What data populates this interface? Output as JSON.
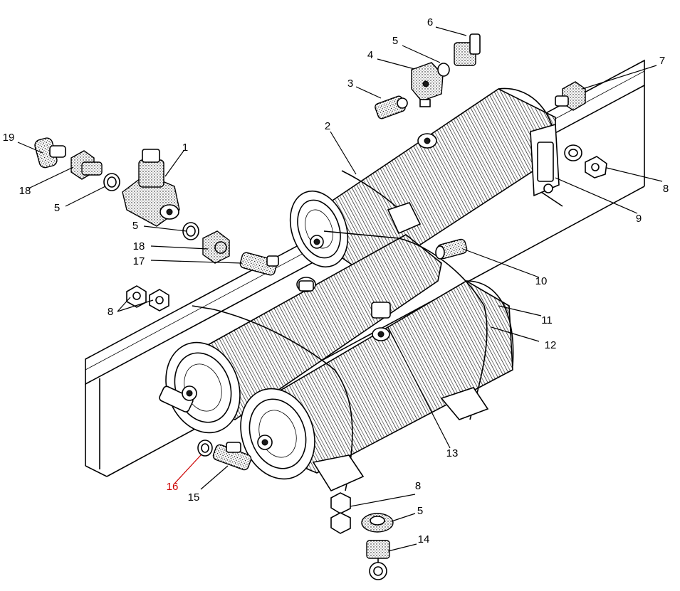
{
  "diagram": {
    "callouts": [
      {
        "id": "c1",
        "label": "1"
      },
      {
        "id": "c2",
        "label": "2"
      },
      {
        "id": "c3",
        "label": "3"
      },
      {
        "id": "c4",
        "label": "4"
      },
      {
        "id": "c5a",
        "label": "5"
      },
      {
        "id": "c5b",
        "label": "5"
      },
      {
        "id": "c5c",
        "label": "5"
      },
      {
        "id": "c5d",
        "label": "5"
      },
      {
        "id": "c6",
        "label": "6"
      },
      {
        "id": "c7",
        "label": "7"
      },
      {
        "id": "c8a",
        "label": "8"
      },
      {
        "id": "c8b",
        "label": "8"
      },
      {
        "id": "c8c",
        "label": "8"
      },
      {
        "id": "c9",
        "label": "9"
      },
      {
        "id": "c10",
        "label": "10"
      },
      {
        "id": "c11",
        "label": "11"
      },
      {
        "id": "c12",
        "label": "12"
      },
      {
        "id": "c13",
        "label": "13"
      },
      {
        "id": "c14",
        "label": "14"
      },
      {
        "id": "c15",
        "label": "15"
      },
      {
        "id": "c16",
        "label": "16",
        "color": "#cc0000"
      },
      {
        "id": "c17",
        "label": "17"
      },
      {
        "id": "c18a",
        "label": "18"
      },
      {
        "id": "c18b",
        "label": "18"
      },
      {
        "id": "c19",
        "label": "19"
      }
    ]
  }
}
